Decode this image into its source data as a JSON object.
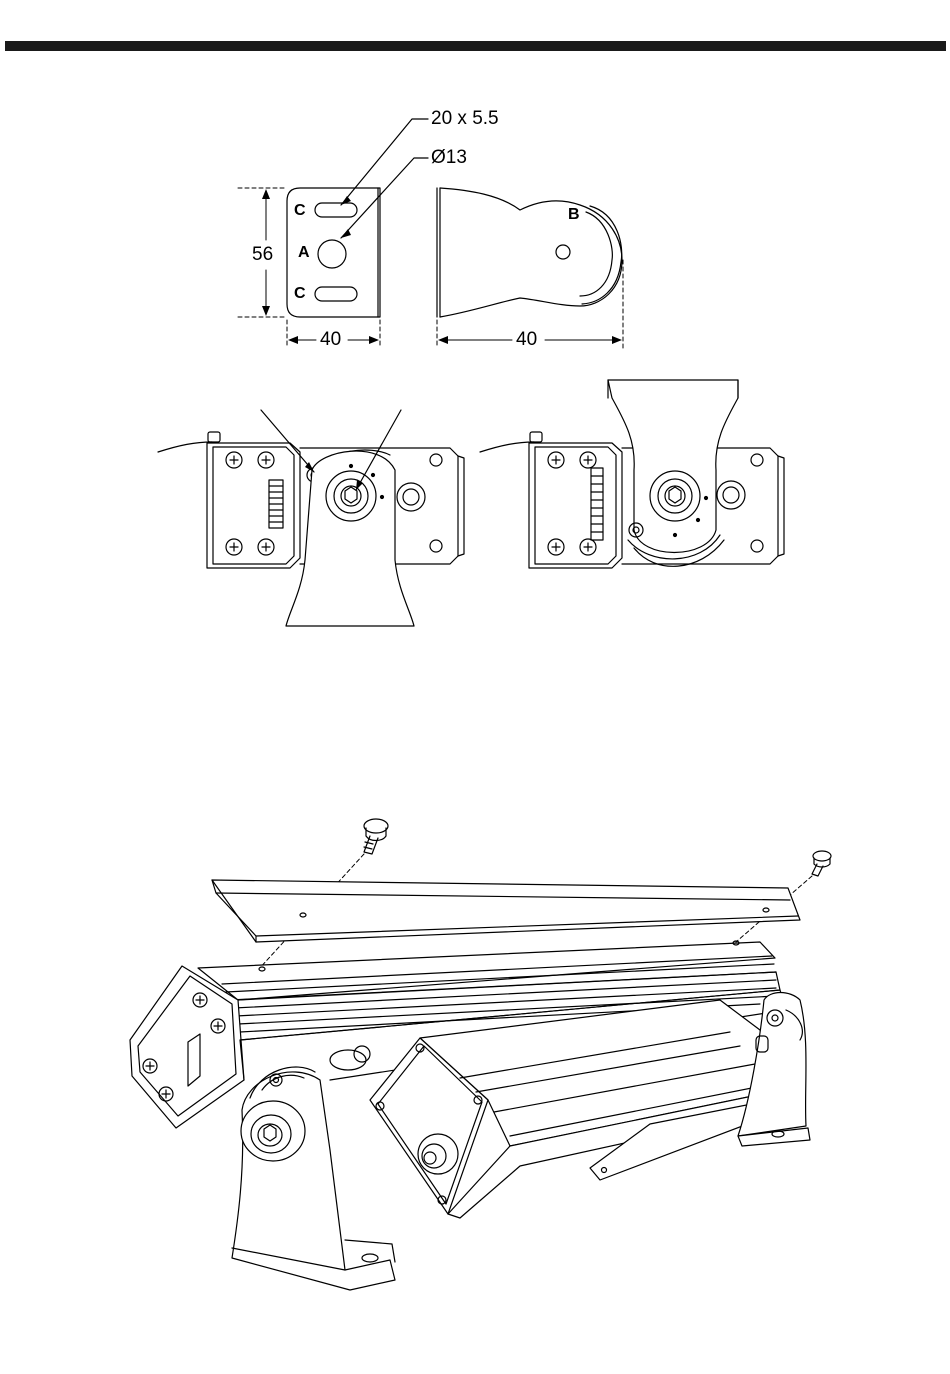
{
  "labels": {
    "slot_callout": "20 x 5.5",
    "hole_callout": "Ø13",
    "height_dim": "56",
    "width_dim_left": "40",
    "width_dim_right": "40",
    "letter_c_top": "C",
    "letter_a": "A",
    "letter_c_bottom": "C",
    "letter_b": "B"
  }
}
